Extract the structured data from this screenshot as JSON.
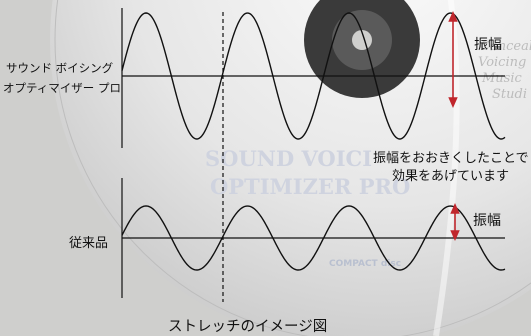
{
  "product_label": {
    "line1": "サウンド ボイシング",
    "line2": "オプティマイザー プロ"
  },
  "conventional_label": "従来品",
  "amplitude_label_top": "振幅",
  "amplitude_label_bottom": "振幅",
  "annotation": {
    "line1": "振幅をおおきくしたことで",
    "line2": "効果をあげています"
  },
  "caption": "ストレッチのイメージ図",
  "background": {
    "disc_title_line1": "SOUND VOICI",
    "disc_title_line2": "OPTIMIZER PRO",
    "disc_text": [
      "Conceal",
      "Voicing",
      "Music",
      "Studi"
    ],
    "logo_text": "COMPACT disc"
  },
  "colors": {
    "wave": "#111111",
    "arrow": "#c0272d",
    "background": "#cfcfcd"
  }
}
